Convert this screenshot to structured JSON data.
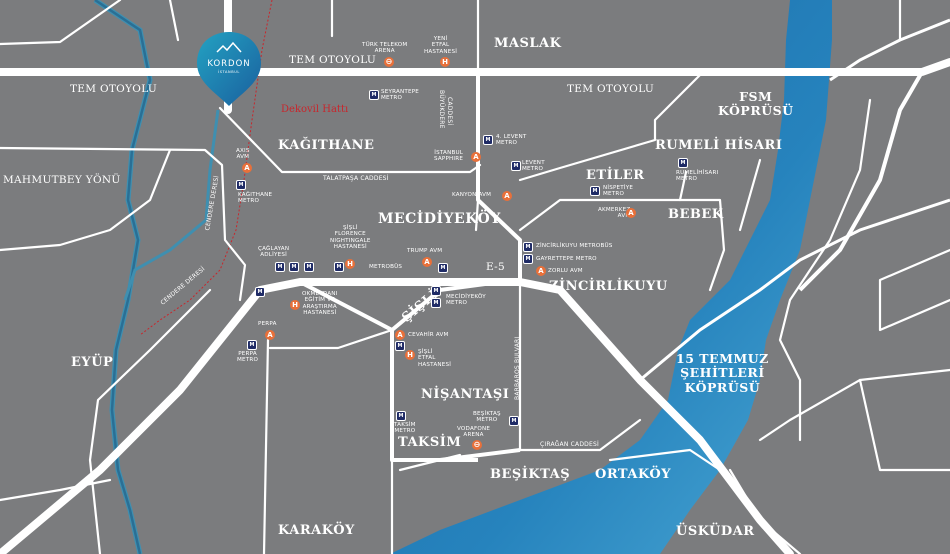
{
  "logo": {
    "name": "KORDON",
    "sub": "İSTANBUL"
  },
  "districts": {
    "kagithane": "KAĞITHANE",
    "maslak": "MASLAK",
    "mecidiyekoy": "MECİDİYEKÖY",
    "zincirlikuyu": "ZİNCİRLİKUYU",
    "etiler": "ETİLER",
    "rumeli_hisari": "RUMELİ HİSARI",
    "bebek": "BEBEK",
    "eyup": "EYÜP",
    "sisli": "ŞİŞLİ",
    "nisantasi": "NİŞANTAŞI",
    "taksim": "TAKSİM",
    "besiktas": "BEŞİKTAŞ",
    "ortakoy": "ORTAKÖY",
    "karakoy": "KARAKÖY",
    "uskudar": "ÜSKÜDAR"
  },
  "bridges": {
    "fsm": [
      "FSM",
      "KÖPRÜSÜ"
    ],
    "temmuz": [
      "15 TEMMUZ",
      "ŞEHİTLERİ",
      "KÖPRÜSÜ"
    ]
  },
  "roads": {
    "tem_top": "TEM OTOYOLU",
    "tem_left": "TEM OTOYOLU",
    "tem_right": "TEM OTOYOLU",
    "mahmutbey": "MAHMUTBEY YÖNÜ",
    "e5": "E-5"
  },
  "streets": {
    "talatpasa": "TALATPAŞA CADDESİ",
    "buyukdere": [
      "BÜYÜKDERE",
      "CADDESİ"
    ],
    "barbaros": "BARBAROS BULVARI",
    "ciragan": "ÇIRAĞAN CADDESİ",
    "cendere1": "CENDERE DERESİ",
    "cendere2": "CENDERE DERESİ"
  },
  "rail_label": "Dekovil Hattı",
  "pois": {
    "turk_telekom": [
      "TÜRK TELEKOM",
      "ARENA"
    ],
    "yeni_etfal": [
      "YENİ",
      "ETFAL",
      "HASTANESİ"
    ],
    "seyrantepe": [
      "SEYRANTEPE",
      "METRO"
    ],
    "levent4": [
      "4. LEVENT",
      "METRO"
    ],
    "istanbul_sapphire": [
      "İSTANBUL",
      "SAPPHIRE"
    ],
    "levent": [
      "LEVENT",
      "METRO"
    ],
    "axis": [
      "AXIS",
      "AVM"
    ],
    "kagithane_metro": [
      "KAĞITHANE",
      "METRO"
    ],
    "kanyon": "KANYON AVM",
    "nispetiye": [
      "NİSPETİYE",
      "METRO"
    ],
    "rumelihisari": [
      "RUMELİHİSARI",
      "METRO"
    ],
    "akmerkez": [
      "AKMERKEZ",
      "AVM"
    ],
    "florence": [
      "ŞİŞLİ",
      "FLORENCE",
      "NIGHTINGALE",
      "HASTANESİ"
    ],
    "caglayan": [
      "ÇAĞLAYAN",
      "ADLİYESİ"
    ],
    "trump": "TRUMP AVM",
    "metrobus": "METROBÜS",
    "zincirlikuyu_metrobus": "ZİNCİRLİKUYU METROBÜS",
    "gayrettepe": "GAYRETTEPE METRO",
    "zorlu": "ZORLU AVM",
    "okmeydani": [
      "OKMEYDANI",
      "EĞİTİM VE",
      "ARAŞTIRMA",
      "HASTANESİ"
    ],
    "mecidiyekoy_metro": [
      "MECİDİYEKÖY",
      "METRO"
    ],
    "perpa": "PERPA",
    "perpa_metro": [
      "PERPA",
      "METRO"
    ],
    "cevahir": "CEVAHİR AVM",
    "sisli_etfal": [
      "ŞİŞLİ",
      "ETFAL",
      "HASTANESİ"
    ],
    "taksim_metro": [
      "TAKSİM",
      "METRO"
    ],
    "besiktas_metro": [
      "BEŞİKTAŞ",
      "METRO"
    ],
    "vodafone": [
      "VODAFONE",
      "ARENA"
    ]
  },
  "marker_letters": {
    "avm": "A",
    "hospital": "H",
    "stadium": "⊖",
    "metro": "M"
  },
  "colors": {
    "land": "#7b7c7e",
    "road": "#ffffff",
    "water": "#1b6fae",
    "water_light": "#4aa0cf",
    "marker": "#e8703a",
    "metro": "#1f2b66",
    "rail": "#c8262c",
    "logo": "#1c8fb8"
  }
}
